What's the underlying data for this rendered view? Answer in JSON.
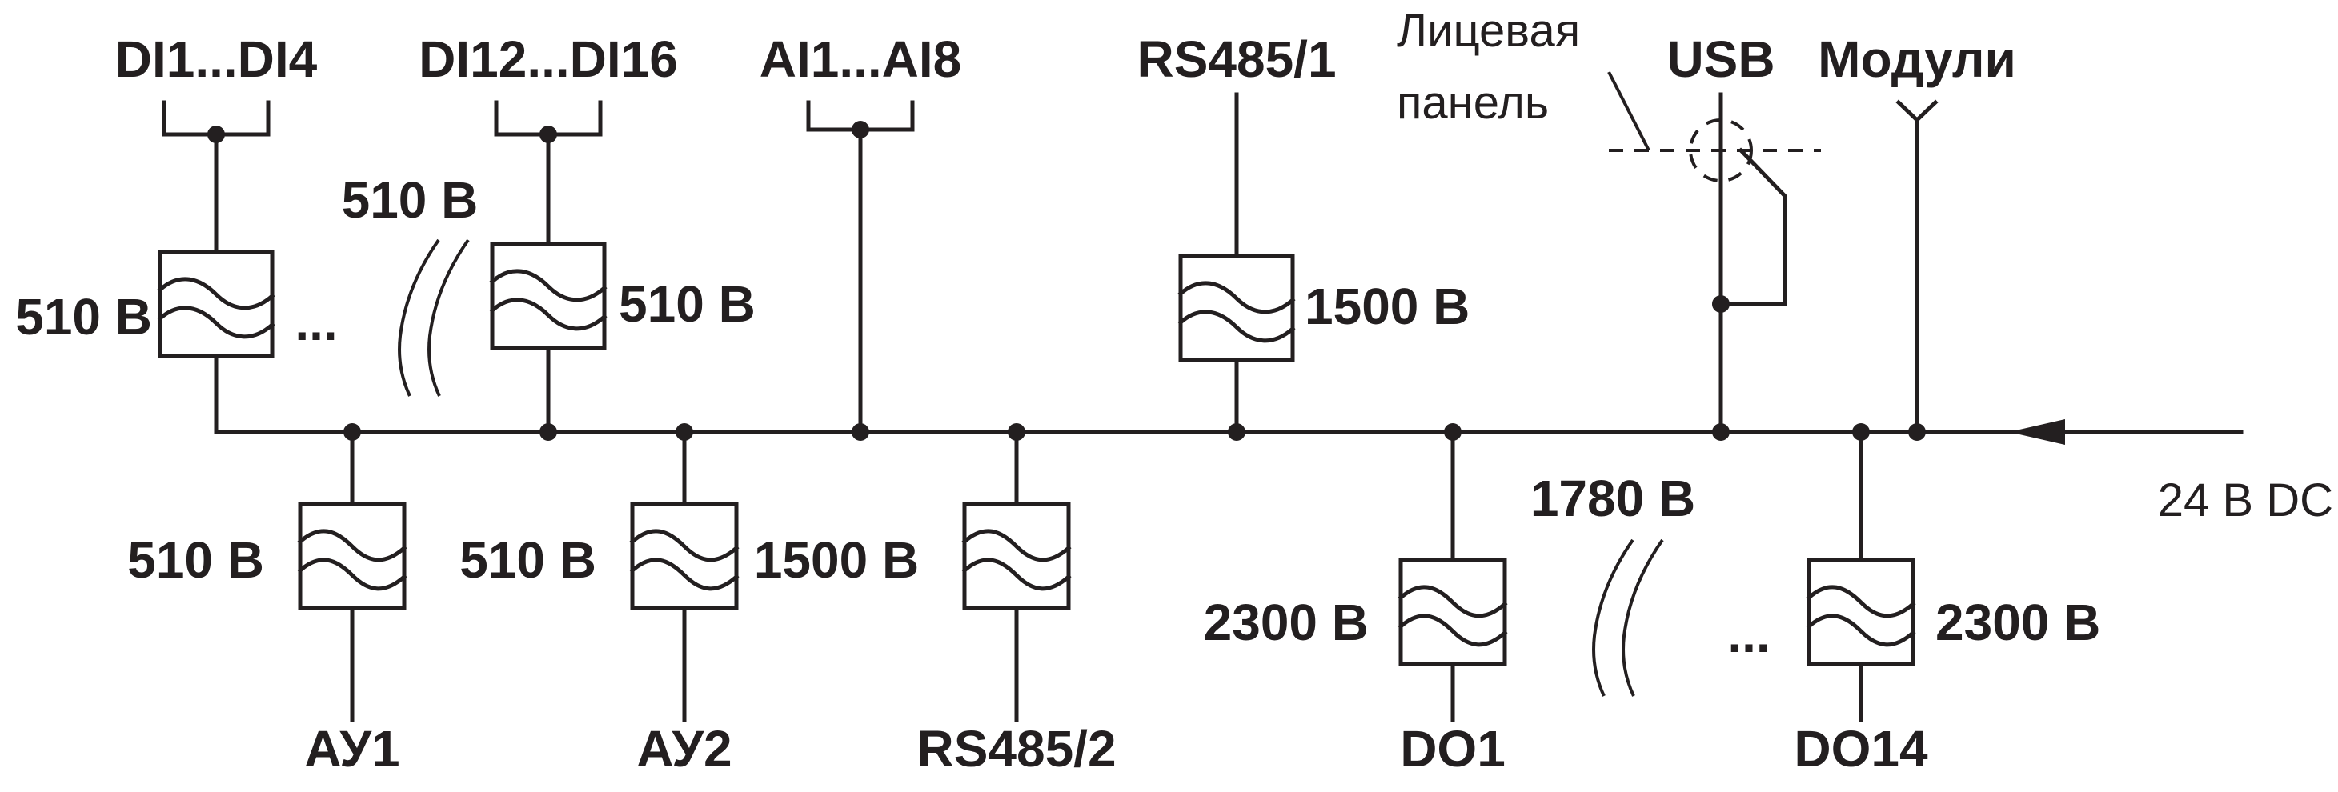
{
  "colors": {
    "line": "#231f20",
    "background": "#ffffff"
  },
  "labels": {
    "di1_di4": "DI1...DI4",
    "di12_di16": "DI12...DI16",
    "ai1_ai8": "AI1...AI8",
    "rs485_1": "RS485/1",
    "front_panel_line1": "Лицевая",
    "front_panel_line2": "панель",
    "usb": "USB",
    "modules": "Модули",
    "supply": "24 В DC",
    "ay1": "АУ1",
    "ay2": "АУ2",
    "rs485_2": "RS485/2",
    "do1": "DO1",
    "do14": "DO14",
    "ellipsis_top": "...",
    "ellipsis_bottom": "..."
  },
  "voltages": {
    "di_group_left": "510 В",
    "di_between": "510 В",
    "di_group_right": "510 В",
    "rs485_1": "1500 В",
    "ay1": "510 В",
    "ay2": "510 В",
    "ay2_rs485_2": "1500 В",
    "do_between": "1780 В",
    "do1": "2300 В",
    "do14": "2300 В"
  }
}
